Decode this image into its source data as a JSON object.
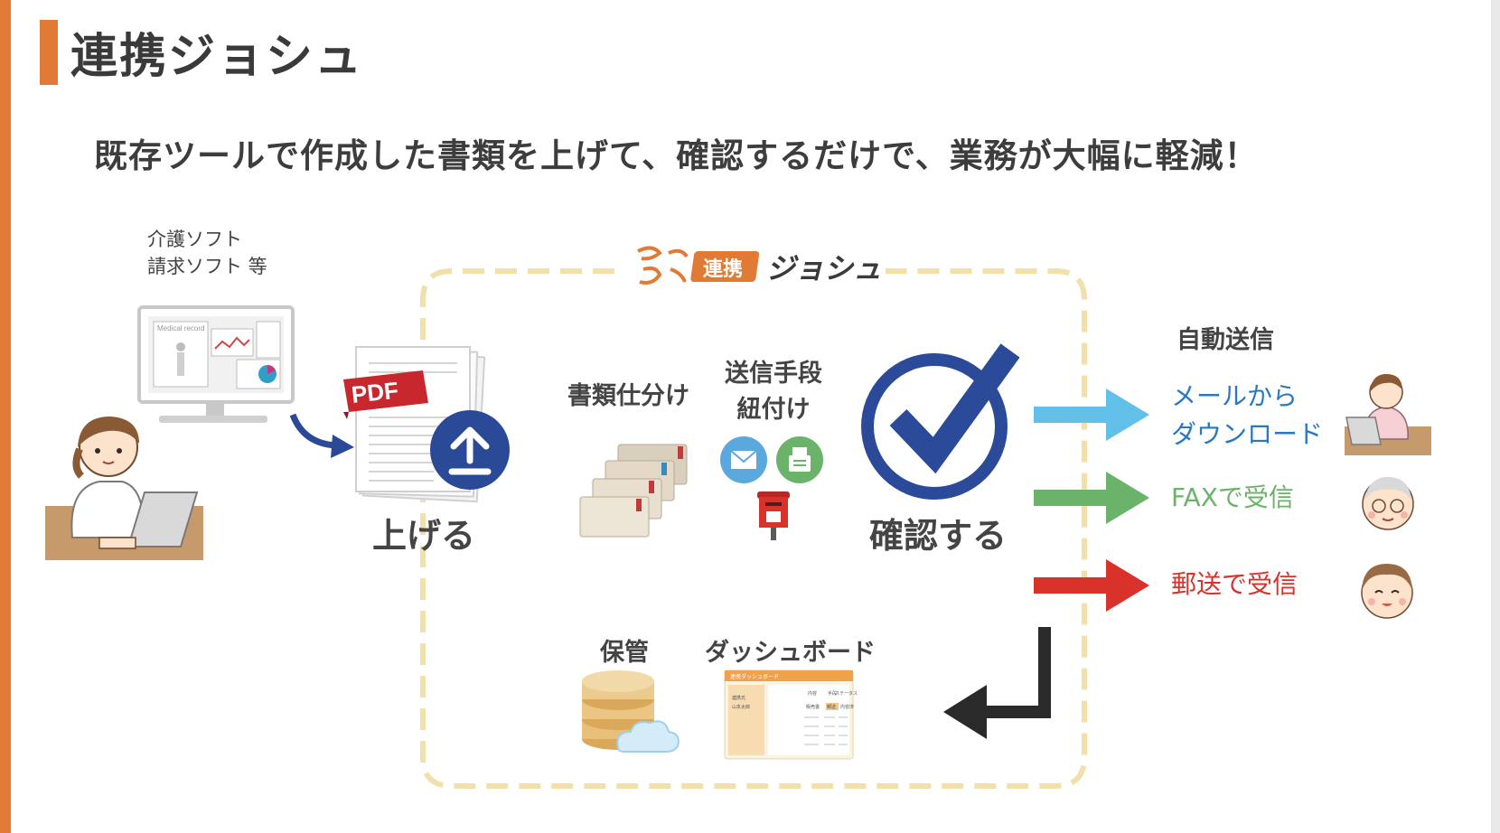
{
  "header": {
    "title": "連携ジョシュ",
    "subtitle": "既存ツールで作成した書類を上げて、確認するだけで、業務が大幅に軽減！"
  },
  "source": {
    "line1": "介護ソフト",
    "line2": "請求ソフト 等",
    "monitor_caption": "Medical record"
  },
  "flow": {
    "logo_text": "連携",
    "logo_kana": "ジョシュ",
    "upload": {
      "pdf_label": "PDF",
      "action": "上げる"
    },
    "sort": {
      "label": "書類仕分け"
    },
    "send_method": {
      "line1": "送信手段",
      "line2": "紐付け"
    },
    "confirm": {
      "action": "確認する"
    },
    "storage": {
      "label": "保管"
    },
    "dashboard": {
      "label": "ダッシュボード",
      "window_title": "連携ダッシュボード",
      "col1": "内容",
      "col2": "手段",
      "col3": "ステータス",
      "row1_name": "連携氏",
      "row2_name": "山本太郎",
      "cell1": "販売書",
      "cell2": "郵送",
      "cell3": "内容済"
    }
  },
  "auto_send": {
    "title": "自動送信",
    "items": [
      {
        "line1": "メールから",
        "line2": "ダウンロード",
        "color": "#2a78c0",
        "arrow_color": "#62c0e8"
      },
      {
        "line1": "FAXで受信",
        "line2": "",
        "color": "#6bb36a",
        "arrow_color": "#6bb36a"
      },
      {
        "line1": "郵送で受信",
        "line2": "",
        "color": "#d9322b",
        "arrow_color": "#d9322b"
      }
    ]
  },
  "colors": {
    "accent": "#e07a34",
    "dashed_frame": "#f3dfaa",
    "check_blue": "#2b4b9a"
  }
}
